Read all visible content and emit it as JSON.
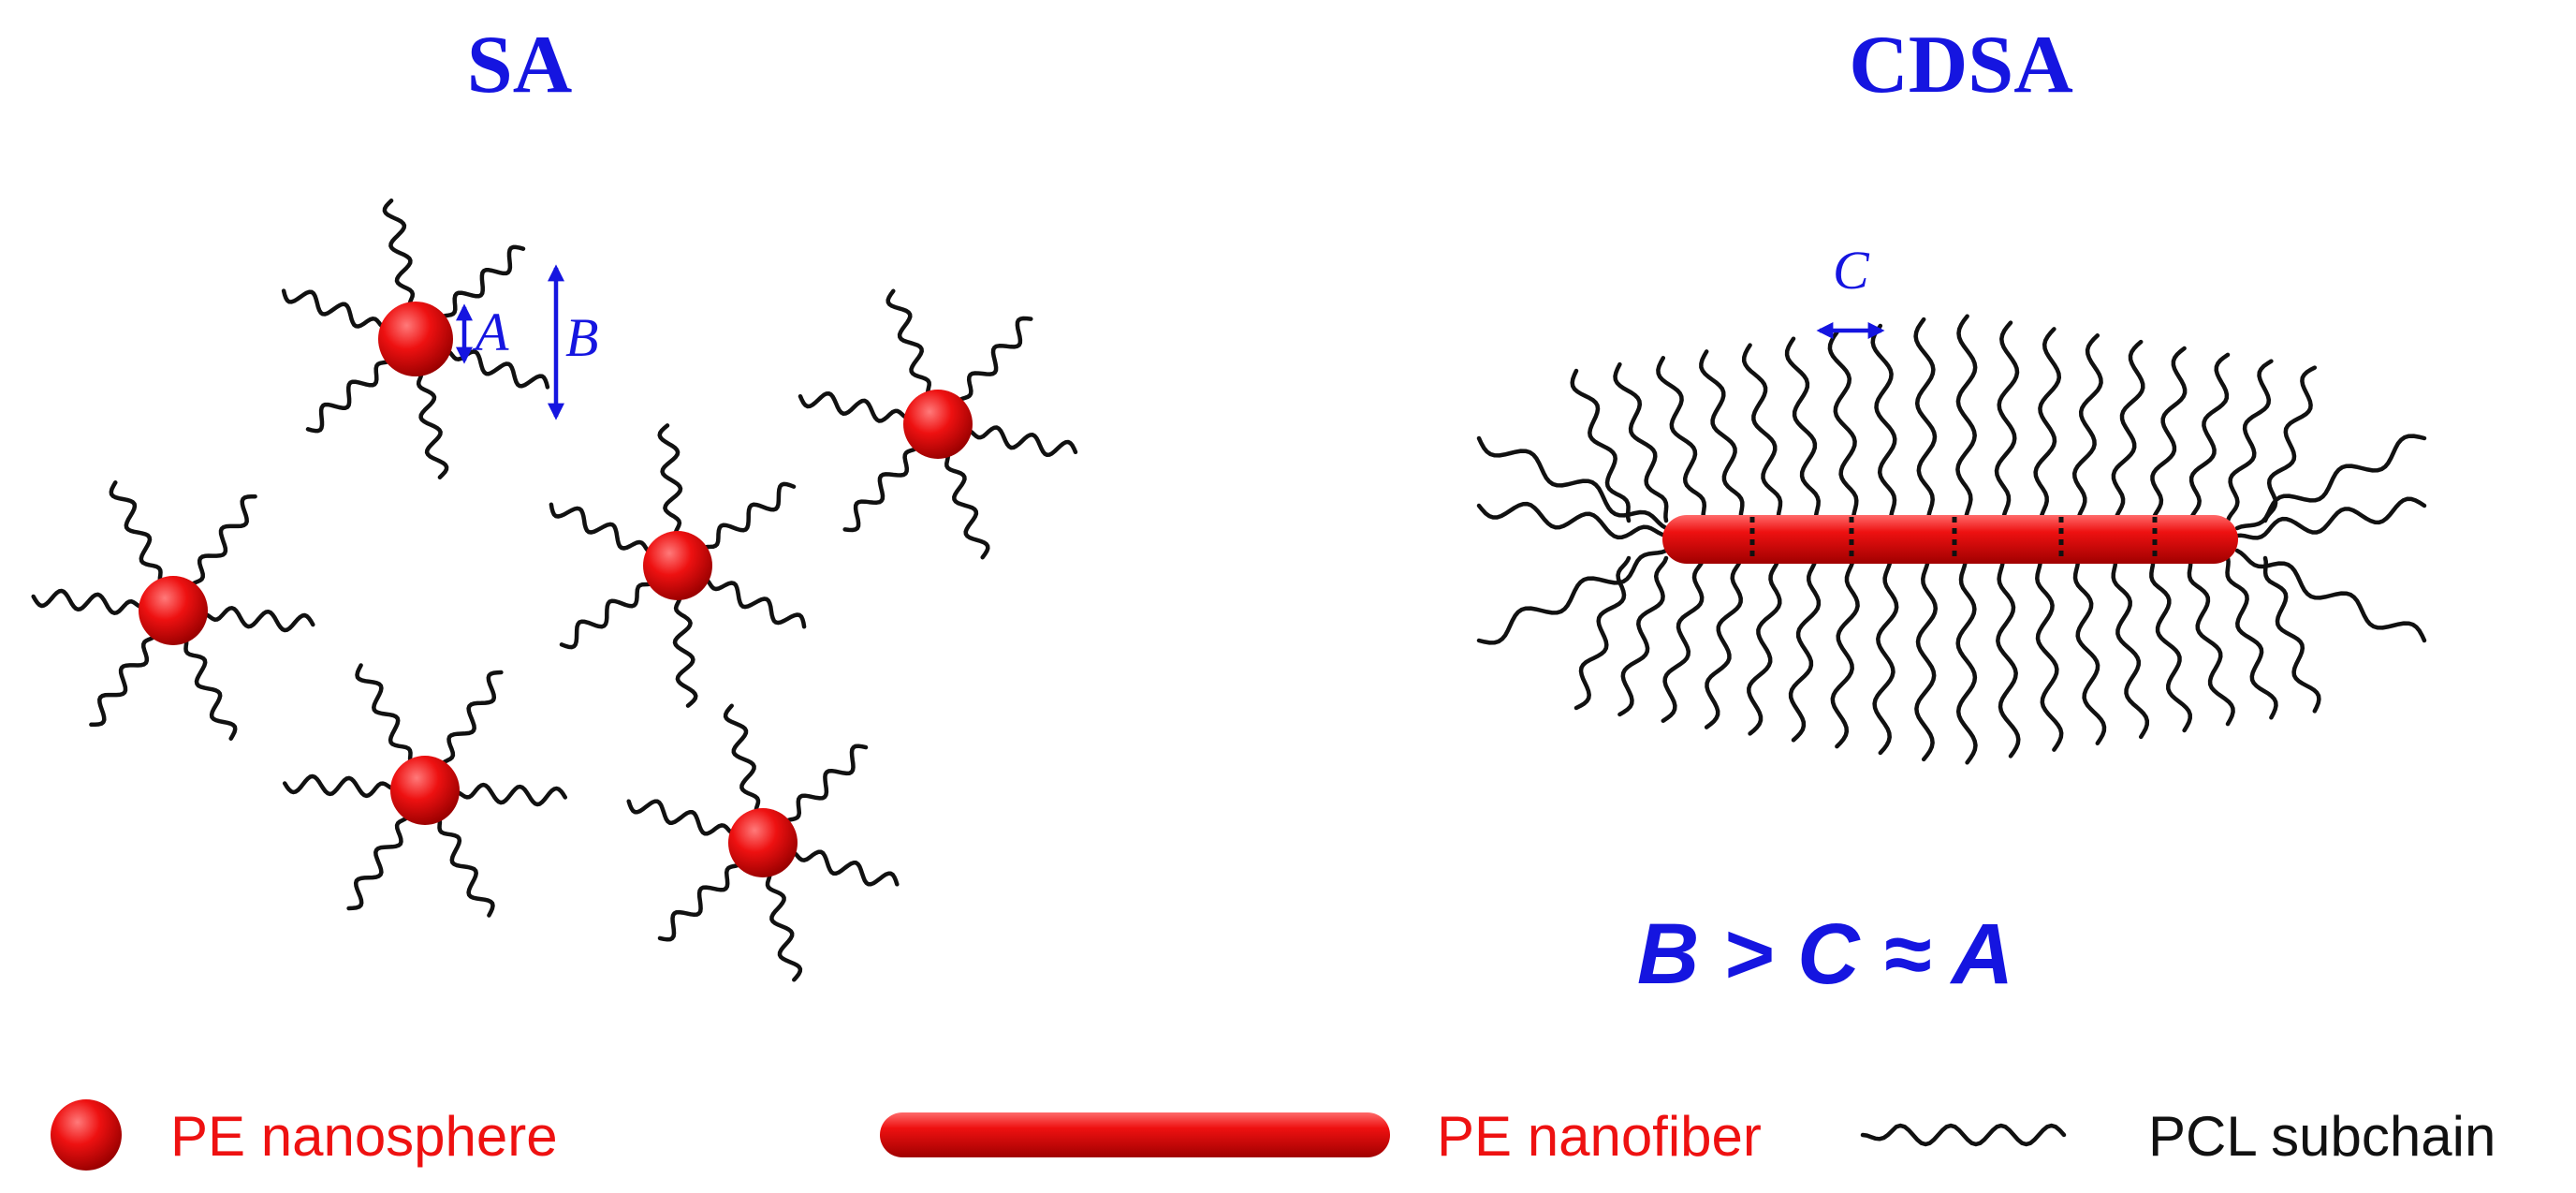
{
  "titles": {
    "sa": "SA",
    "cdsa": "CDSA"
  },
  "dimension_labels": {
    "a": "A",
    "b": "B",
    "c": "C"
  },
  "relation": "B > C ≈ A",
  "legend": {
    "nanosphere": "PE nanosphere",
    "nanofiber": "PE nanofiber",
    "subchain": "PCL subchain"
  },
  "colors": {
    "title_blue": "#1515e0",
    "pe_red": "#ee1111",
    "chain_black": "#111111"
  }
}
